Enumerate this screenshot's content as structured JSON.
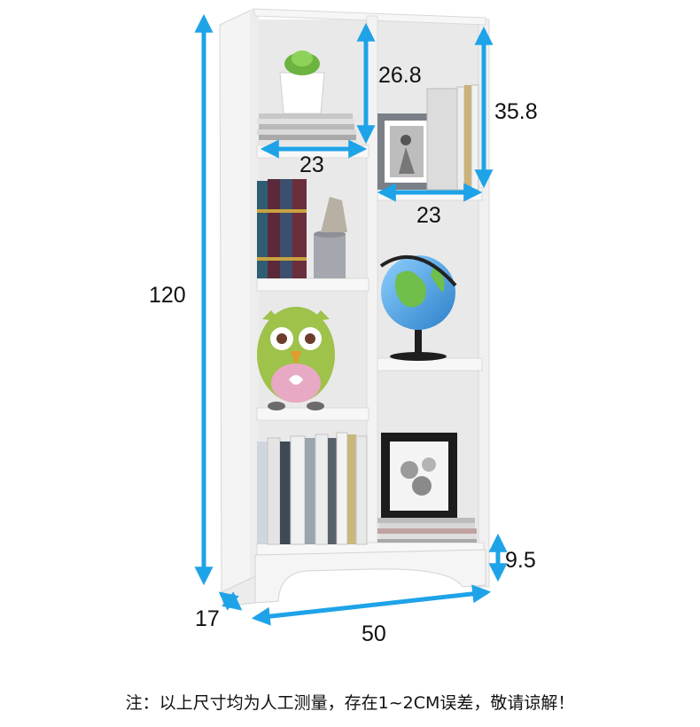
{
  "dimensions": {
    "height_total": "120",
    "top_left_cell_height": "26.8",
    "top_right_cell_height": "35.8",
    "top_left_cell_width": "23",
    "top_right_cell_width": "23",
    "base_height": "9.5",
    "depth": "17",
    "width_total": "50"
  },
  "note": "注：以上尺寸均为人工测量，存在1~2CM误差，敬请谅解！",
  "colors": {
    "arrow": "#1fa3e8",
    "panel": "#f2f2f2",
    "panel_edge": "#d8d8d8"
  },
  "icons": [
    "arrow-icon"
  ]
}
